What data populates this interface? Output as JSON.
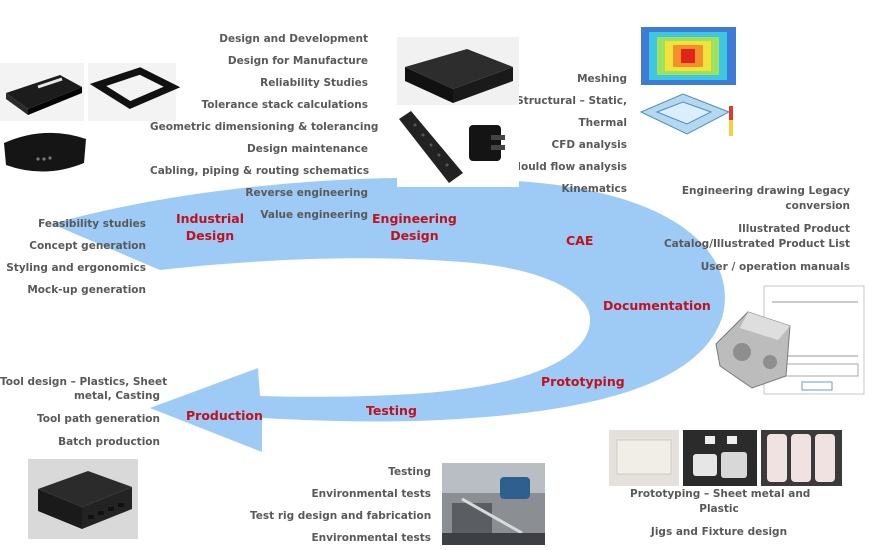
{
  "colors": {
    "arrow": "#9dcbf5",
    "stage_label": "#c0111c",
    "item_text": "#595959"
  },
  "stages": {
    "industrial_design": "Industrial\nDesign",
    "engineering_design": "Engineering\nDesign",
    "cae": "CAE",
    "documentation": "Documentation",
    "prototyping": "Prototyping",
    "testing": "Testing",
    "production": "Production"
  },
  "lists": {
    "industrial_design": [
      "Feasibility studies",
      "Concept generation",
      "Styling and ergonomics",
      "Mock-up generation"
    ],
    "engineering_design": [
      "Design and Development",
      "Design for Manufacture",
      "Reliability Studies",
      "Tolerance stack calculations",
      "Geometric dimensioning & tolerancing",
      "Design maintenance",
      "Cabling, piping & routing schematics",
      "Reverse engineering",
      "Value engineering"
    ],
    "cae": [
      "Meshing",
      "Structural – Static,",
      "Thermal",
      "CFD analysis",
      "Mould flow analysis",
      "Kinematics"
    ],
    "documentation": [
      "Engineering drawing Legacy",
      "conversion",
      "Illustrated Product",
      "Catalog/Illustrated Product List",
      "User / operation manuals"
    ],
    "prototyping": [
      "Prototyping – Sheet metal and",
      "Plastic",
      "Jigs and Fixture design"
    ],
    "testing": [
      "Testing",
      "Environmental tests",
      "Test rig design and fabrication",
      "Environmental tests"
    ],
    "production": [
      "Tool design – Plastics, Sheet",
      "metal, Casting",
      "Tool path generation",
      "Batch production"
    ]
  },
  "images": {
    "industrial": "black set-top box product renders",
    "engineering": "set-top box with remote and adapter",
    "cae_thermal": "thermal contour plot",
    "cae_mesh": "meshed enclosure model",
    "documentation": "cast housing with technical drawing",
    "prototyping": "plastic prototype parts",
    "testing": "test rig photo",
    "production": "moulded enclosure"
  }
}
